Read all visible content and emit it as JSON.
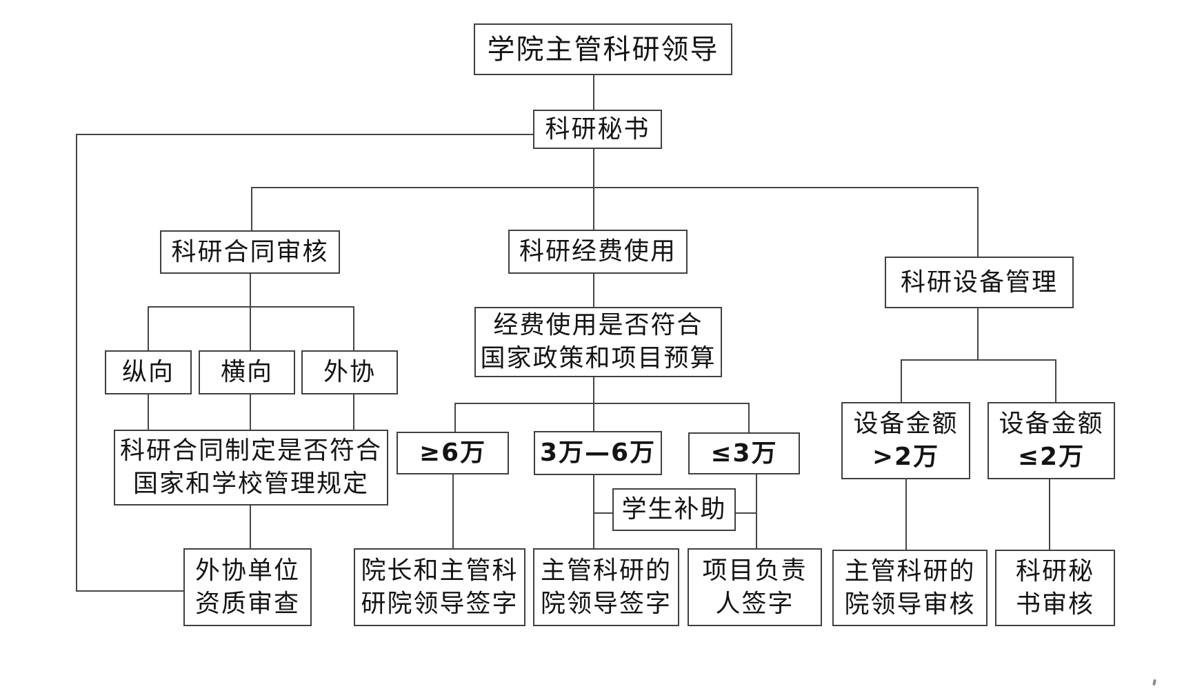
{
  "diagram_title": "",
  "colors": {
    "background": "#ffffff",
    "box_fill": "#ffffff",
    "box_border": "#3f3f3f",
    "line": "#454545",
    "text": "#141414"
  },
  "nodes": {
    "dean": {
      "lines": [
        "学院主管科研领导"
      ]
    },
    "secretary": {
      "lines": [
        "科研秘书"
      ]
    },
    "contract_review": {
      "lines": [
        "科研合同审核"
      ]
    },
    "fund_use": {
      "lines": [
        "科研经费使用"
      ]
    },
    "equipment_mgmt": {
      "lines": [
        "科研设备管理"
      ]
    },
    "vertical_type": {
      "lines": [
        "纵向"
      ]
    },
    "horizontal_type": {
      "lines": [
        "横向"
      ]
    },
    "external_type": {
      "lines": [
        "外协"
      ]
    },
    "contract_check": {
      "lines": [
        "科研合同制定是否符合",
        "国家和学校管理规定"
      ]
    },
    "fund_check": {
      "lines": [
        "经费使用是否符合",
        "国家政策和项目预算"
      ]
    },
    "ge6": {
      "lines": [
        "≥6万"
      ]
    },
    "between36": {
      "lines": [
        "3万—6万"
      ]
    },
    "le3": {
      "lines": [
        "≤3万"
      ]
    },
    "student_subsidy": {
      "lines": [
        "学生补助"
      ]
    },
    "qualification_check": {
      "lines": [
        "外协单位",
        "资质审查"
      ]
    },
    "dean_sign": {
      "lines": [
        "院长和主管科",
        "研院领导签字"
      ]
    },
    "lead_sign": {
      "lines": [
        "主管科研的",
        "院领导签字"
      ]
    },
    "pi_sign": {
      "lines": [
        "项目负责",
        "人签字"
      ]
    },
    "gt2": {
      "lines": [
        "设备金额",
        ">2万"
      ]
    },
    "le2": {
      "lines": [
        "设备金额",
        "≤2万"
      ]
    },
    "lead_audit": {
      "lines": [
        "主管科研的",
        "院领导审核"
      ]
    },
    "sec_audit": {
      "lines": [
        "科研秘",
        "书审核"
      ]
    }
  },
  "edges": [
    {
      "from": "dean",
      "to": "secretary"
    },
    {
      "from": "secretary",
      "to": "contract_review"
    },
    {
      "from": "secretary",
      "to": "fund_use"
    },
    {
      "from": "secretary",
      "to": "equipment_mgmt"
    },
    {
      "from": "secretary",
      "to": "qualification_check"
    },
    {
      "from": "contract_review",
      "to": "vertical_type"
    },
    {
      "from": "contract_review",
      "to": "horizontal_type"
    },
    {
      "from": "contract_review",
      "to": "external_type"
    },
    {
      "from": "vertical_type",
      "to": "contract_check"
    },
    {
      "from": "horizontal_type",
      "to": "contract_check"
    },
    {
      "from": "external_type",
      "to": "contract_check"
    },
    {
      "from": "contract_check",
      "to": "qualification_check"
    },
    {
      "from": "fund_use",
      "to": "fund_check"
    },
    {
      "from": "fund_check",
      "to": "ge6"
    },
    {
      "from": "fund_check",
      "to": "between36"
    },
    {
      "from": "fund_check",
      "to": "le3"
    },
    {
      "from": "between36",
      "to": "student_subsidy"
    },
    {
      "from": "le3",
      "to": "student_subsidy"
    },
    {
      "from": "ge6",
      "to": "dean_sign"
    },
    {
      "from": "between36",
      "to": "lead_sign"
    },
    {
      "from": "le3",
      "to": "pi_sign"
    },
    {
      "from": "equipment_mgmt",
      "to": "gt2"
    },
    {
      "from": "equipment_mgmt",
      "to": "le2"
    },
    {
      "from": "gt2",
      "to": "lead_audit"
    },
    {
      "from": "le2",
      "to": "sec_audit"
    }
  ]
}
